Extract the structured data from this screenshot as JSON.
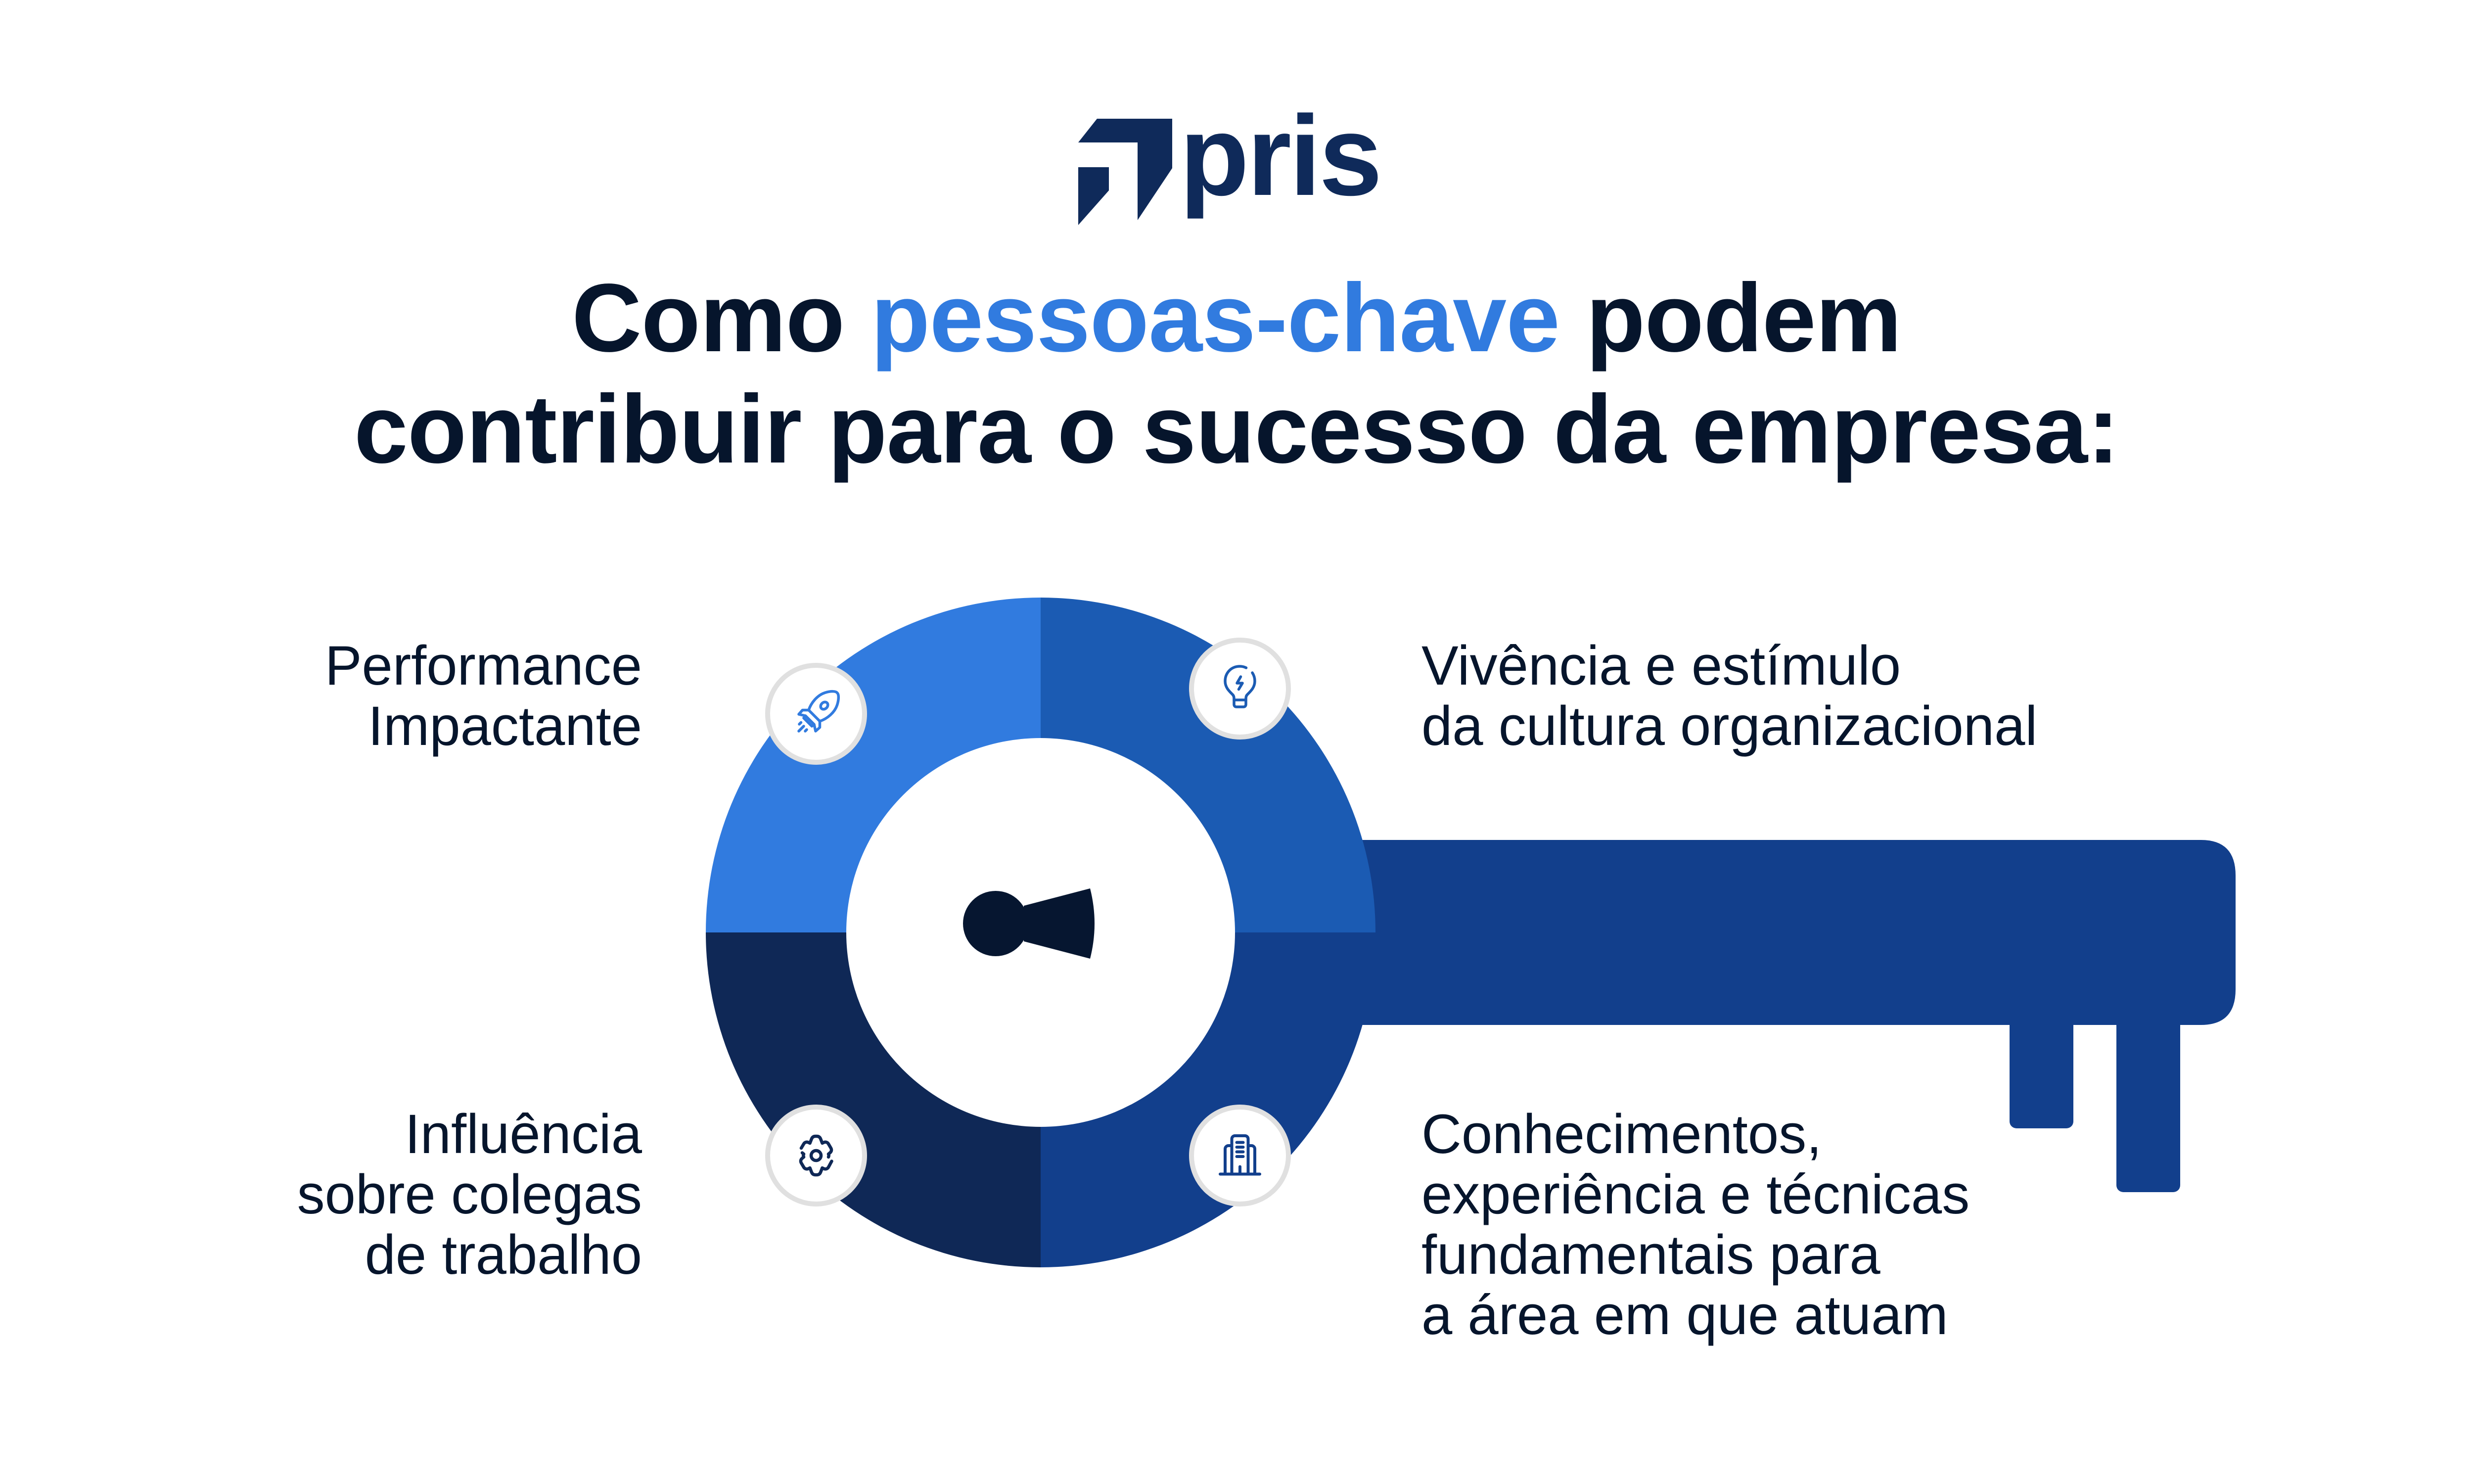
{
  "logo": {
    "text": "pris",
    "color": "#0F2A5A",
    "icon": "pris-arrow-logo-icon"
  },
  "title": {
    "line1_prefix": "Como ",
    "line1_highlight": "pessoas-chave",
    "line1_suffix": " podem",
    "line2": "contribuir para o sucesso da empresa:",
    "text_color": "#06152C",
    "highlight_color": "#317BDF"
  },
  "diagram": {
    "shape": "key",
    "colors": {
      "quadrant_top_left": "#317BDF",
      "quadrant_top_right": "#1B5BB3",
      "quadrant_bottom_right": "#123F8C",
      "quadrant_bottom_left": "#0F2856",
      "shaft": "#123F8C",
      "keyhole": "#061630"
    },
    "items": [
      {
        "position": "top-left",
        "label": "Performance\nImpactante",
        "icon": "rocket-icon",
        "icon_color": "#317BDF"
      },
      {
        "position": "top-right",
        "label": "Vivência e estímulo\nda cultura organizacional",
        "icon": "lightbulb-icon",
        "icon_color": "#1B5BB3"
      },
      {
        "position": "bottom-left",
        "label": "Influência\nsobre colegas\nde trabalho",
        "icon": "gear-icon",
        "icon_color": "#0F2856"
      },
      {
        "position": "bottom-right",
        "label": "Conhecimentos,\nexperiência e técnicas\nfundamentais para\na área em que atuam",
        "icon": "building-icon",
        "icon_color": "#123F8C"
      }
    ]
  }
}
